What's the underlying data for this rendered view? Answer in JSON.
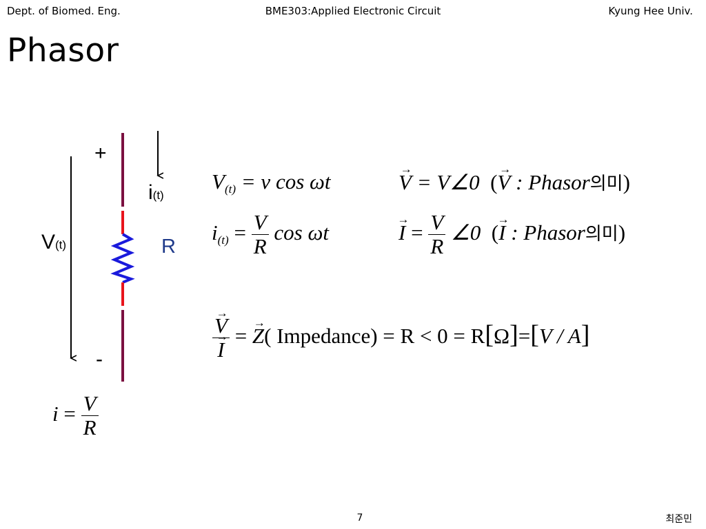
{
  "header": {
    "dept": "Dept. of Biomed. Eng.",
    "course": "BME303:Applied Electronic Circuit",
    "university": "Kyung Hee Univ."
  },
  "slide": {
    "title": "Phasor",
    "page_number": "7",
    "author": "최준민"
  },
  "circuit": {
    "plus": "+",
    "minus": "-",
    "current_label": "i",
    "current_sub": "(t)",
    "voltage_label": "V",
    "voltage_sub": "(t)",
    "resistor_label": "R",
    "colors": {
      "wire": "#7b1040",
      "lead": "#e8141c",
      "resistor": "#1a1adc",
      "label": "#1f3a8a"
    }
  },
  "ohms_law": {
    "lhs": "i",
    "eq": "=",
    "num": "V",
    "den": "R"
  },
  "equations": {
    "v_t": {
      "lhs": "V",
      "sub": "(t)",
      "rhs": "= v cos ωt"
    },
    "i_t": {
      "lhs": "i",
      "sub": "(t)",
      "eq": "=",
      "num": "V",
      "den": "R",
      "rhs": "cos ωt"
    },
    "v_phasor": {
      "vec": "V",
      "rhs": "=  V∠0",
      "paren_open": "(",
      "note_vec": "V",
      "note": " :  Phasor",
      "korean": "의미",
      "paren_close": ")"
    },
    "i_phasor": {
      "vec": "I",
      "eq": "=",
      "num": "V",
      "den": "R",
      "rhs": "∠0",
      "paren_open": "(",
      "note_vec": "I",
      "note": " :  Phasor",
      "korean": "의미",
      "paren_close": ")"
    },
    "impedance": {
      "num": "V",
      "den": "I",
      "eq": "=",
      "z": "Z",
      "rhs": "( Impedance) = R < 0 = R",
      "unit1": "Ω",
      "eq2": "=",
      "unit2": "V / A"
    }
  }
}
